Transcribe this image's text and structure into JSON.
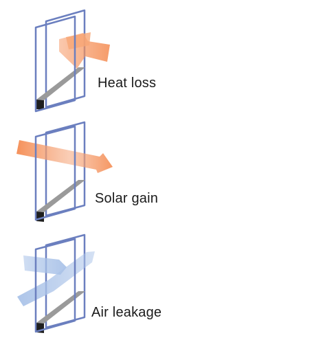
{
  "colors": {
    "frame": "#6b7fbf",
    "spacer": "#8a8a8a",
    "spacer_end": "#1f1f1f",
    "heat_arrow": "#f5915a",
    "solar_arrow": "#f5915a",
    "air_arrow": "#a9c2e8",
    "text": "#1a1a1a"
  },
  "panels": [
    {
      "label": "Heat loss",
      "icon": "heat-loss-window-icon"
    },
    {
      "label": "Solar gain",
      "icon": "solar-gain-window-icon"
    },
    {
      "label": "Air leakage",
      "icon": "air-leakage-window-icon"
    }
  ]
}
